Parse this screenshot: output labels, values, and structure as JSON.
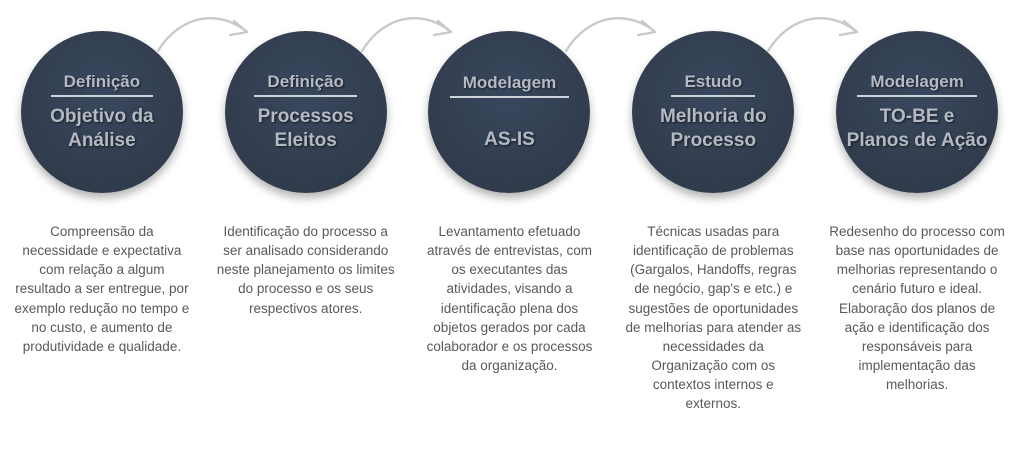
{
  "diagram": {
    "background_color": "#ffffff",
    "circle_color": "#333f50",
    "circle_text_color": "#b3bac4",
    "underline_color": "#cdd3db",
    "arrow_color": "#c9c9c9",
    "body_text_color": "#595959",
    "steps": [
      {
        "title": "Definição",
        "subtitle": "Objetivo da Análise",
        "description": "Compreensão da necessidade e expectativa com relação a algum resultado a ser entregue, por exemplo redução no tempo e no custo, e aumento de produtividade e qualidade."
      },
      {
        "title": "Definição",
        "subtitle": "Processos Eleitos",
        "description": "Identificação do processo a ser analisado considerando neste planejamento os limites do processo e os seus respectivos atores."
      },
      {
        "title": "Modelagem",
        "subtitle": "AS-IS",
        "description": "Levantamento efetuado através de entrevistas, com os executantes das atividades, visando a identificação plena dos objetos gerados por cada colaborador e os processos da organização."
      },
      {
        "title": "Estudo",
        "subtitle": "Melhoria do Processo",
        "description": "Técnicas usadas para identificação de problemas (Gargalos, Handoffs, regras de negócio, gap's e etc.)  e sugestões de oportunidades de melhorias para atender as necessidades da Organização com os contextos internos e externos."
      },
      {
        "title": "Modelagem",
        "subtitle": "TO-BE e Planos de Ação",
        "description": "Redesenho do processo com base nas oportunidades de melhorias representando o cenário futuro e ideal. Elaboração dos planos de ação e identificação dos responsáveis para implementação das melhorias."
      }
    ]
  }
}
